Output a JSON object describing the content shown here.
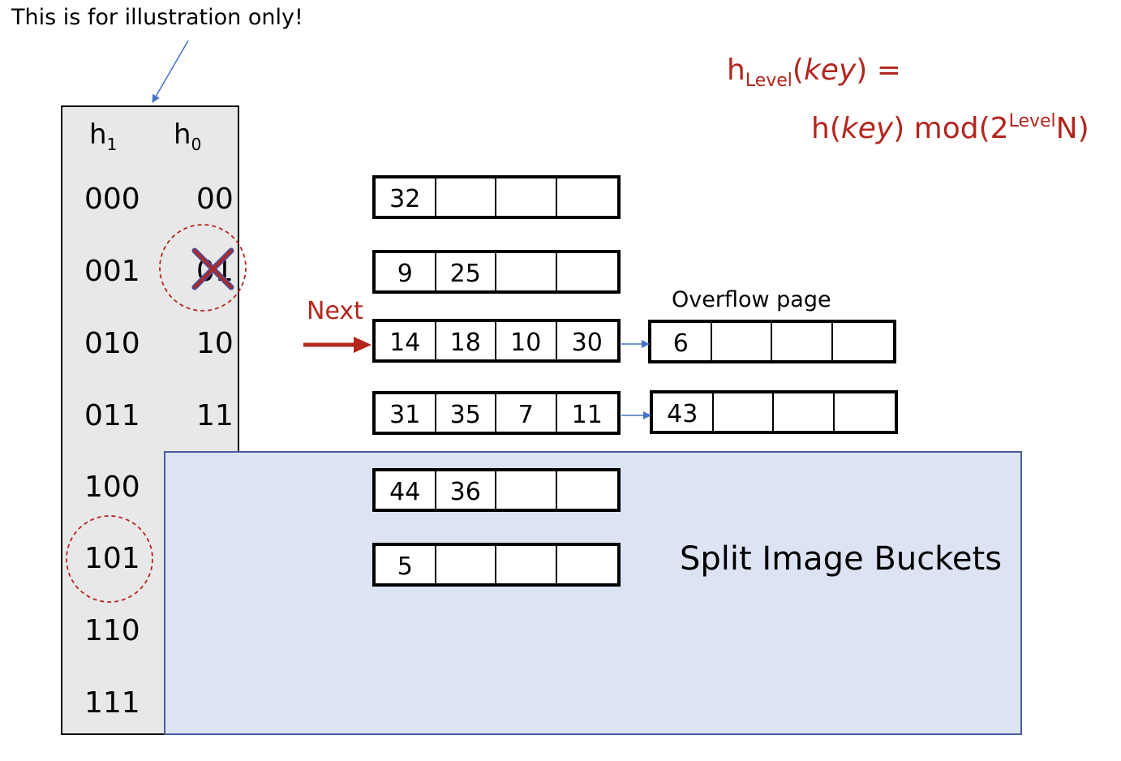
{
  "note": "This is for illustration only!",
  "formula": {
    "h": "h",
    "level_sub": "Level",
    "open_paren": "(",
    "key": "key",
    "close_eq": ") =",
    "line2_a": "h(",
    "line2_key": "key",
    "line2_b": ") mod(2",
    "line2_sup": "Level",
    "line2_c": "N)"
  },
  "directory": {
    "h1": "h",
    "h1_sub": "1",
    "h0": "h",
    "h0_sub": "0",
    "rows": [
      {
        "h1": "000",
        "h0": "00"
      },
      {
        "h1": "001",
        "h0": "01"
      },
      {
        "h1": "010",
        "h0": "10"
      },
      {
        "h1": "011",
        "h0": "11"
      },
      {
        "h1": "100",
        "h0": ""
      },
      {
        "h1": "101",
        "h0": ""
      },
      {
        "h1": "110",
        "h0": ""
      },
      {
        "h1": "111",
        "h0": ""
      }
    ]
  },
  "buckets": [
    [
      "32",
      "",
      "",
      ""
    ],
    [
      "9",
      "25",
      "",
      ""
    ],
    [
      "14",
      "18",
      "10",
      "30"
    ],
    [
      "31",
      "35",
      "7",
      "11"
    ],
    [
      "44",
      "36",
      "",
      ""
    ],
    [
      "5",
      "",
      "",
      ""
    ]
  ],
  "overflow": {
    "label": "Overflow page",
    "pages": [
      [
        "6",
        "",
        "",
        ""
      ],
      [
        "43",
        "",
        "",
        ""
      ]
    ]
  },
  "next_label": "Next",
  "split_label": "Split Image Buckets",
  "colors": {
    "accent_red": "#b3261e",
    "arrow_blue": "#4472c4",
    "split_fill": "#dce3f2",
    "directory_fill": "#e8e8e8"
  }
}
